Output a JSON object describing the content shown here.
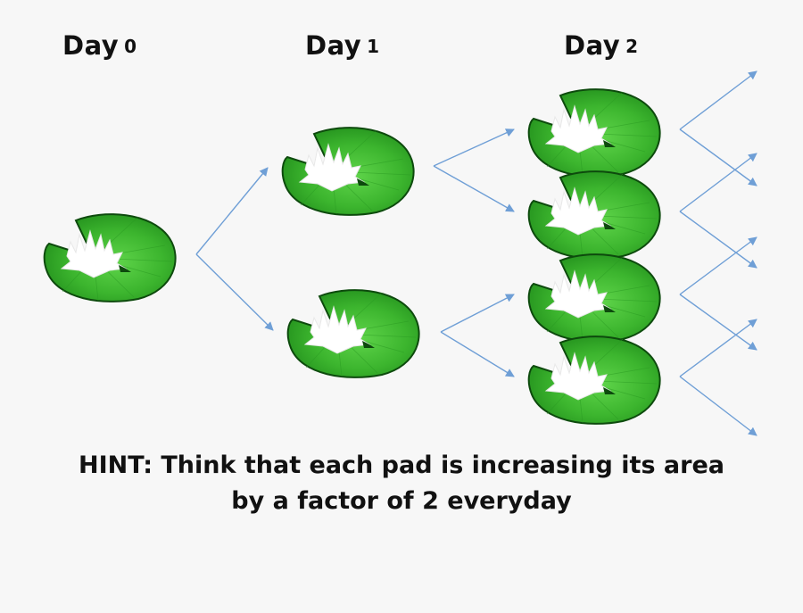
{
  "days": [
    {
      "word": "Day",
      "number": "0",
      "pads": 1
    },
    {
      "word": "Day",
      "number": "1",
      "pads": 2
    },
    {
      "word": "Day",
      "number": "2",
      "pads": 4
    }
  ],
  "hint": {
    "line1": "HINT: Think that each pad is increasing its area",
    "line2": "by a factor of 2 everyday"
  },
  "colors": {
    "pad_light": "#5fd44a",
    "pad_dark": "#1f8a1a",
    "pad_edge": "#0d4a0d",
    "flower": "#ffffff",
    "arrow": "#6f9fd6",
    "text": "#111111"
  }
}
